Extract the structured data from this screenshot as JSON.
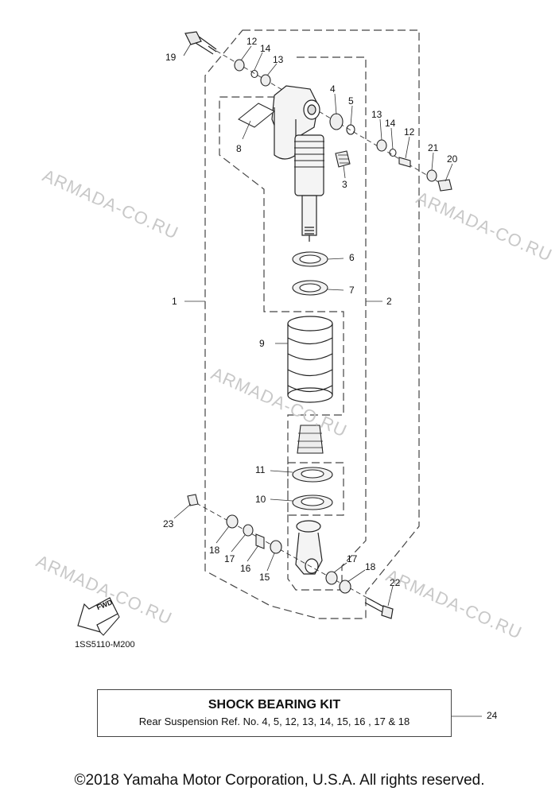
{
  "watermarks": [
    "ARMADA-CO.RU",
    "ARMADA-CO.RU",
    "ARMADA-CO.RU",
    "ARMADA-CO.RU",
    "ARMADA-CO.RU"
  ],
  "callouts": [
    "19",
    "12",
    "14",
    "13",
    "4",
    "5",
    "13",
    "14",
    "12",
    "21",
    "20",
    "8",
    "3",
    "6",
    "7",
    "1",
    "2",
    "9",
    "11",
    "10",
    "23",
    "18",
    "17",
    "16",
    "15",
    "17",
    "18",
    "22"
  ],
  "fwd_label": "FWD",
  "drawing_number": "1SS5110-M200",
  "kit": {
    "title": "SHOCK BEARING KIT",
    "description": "Rear Suspension Ref. No. 4, 5, 12, 13, 14, 15, 16 , 17 & 18",
    "ref": "24"
  },
  "copyright": "©2018 Yamaha Motor Corporation, U.S.A. All rights reserved."
}
